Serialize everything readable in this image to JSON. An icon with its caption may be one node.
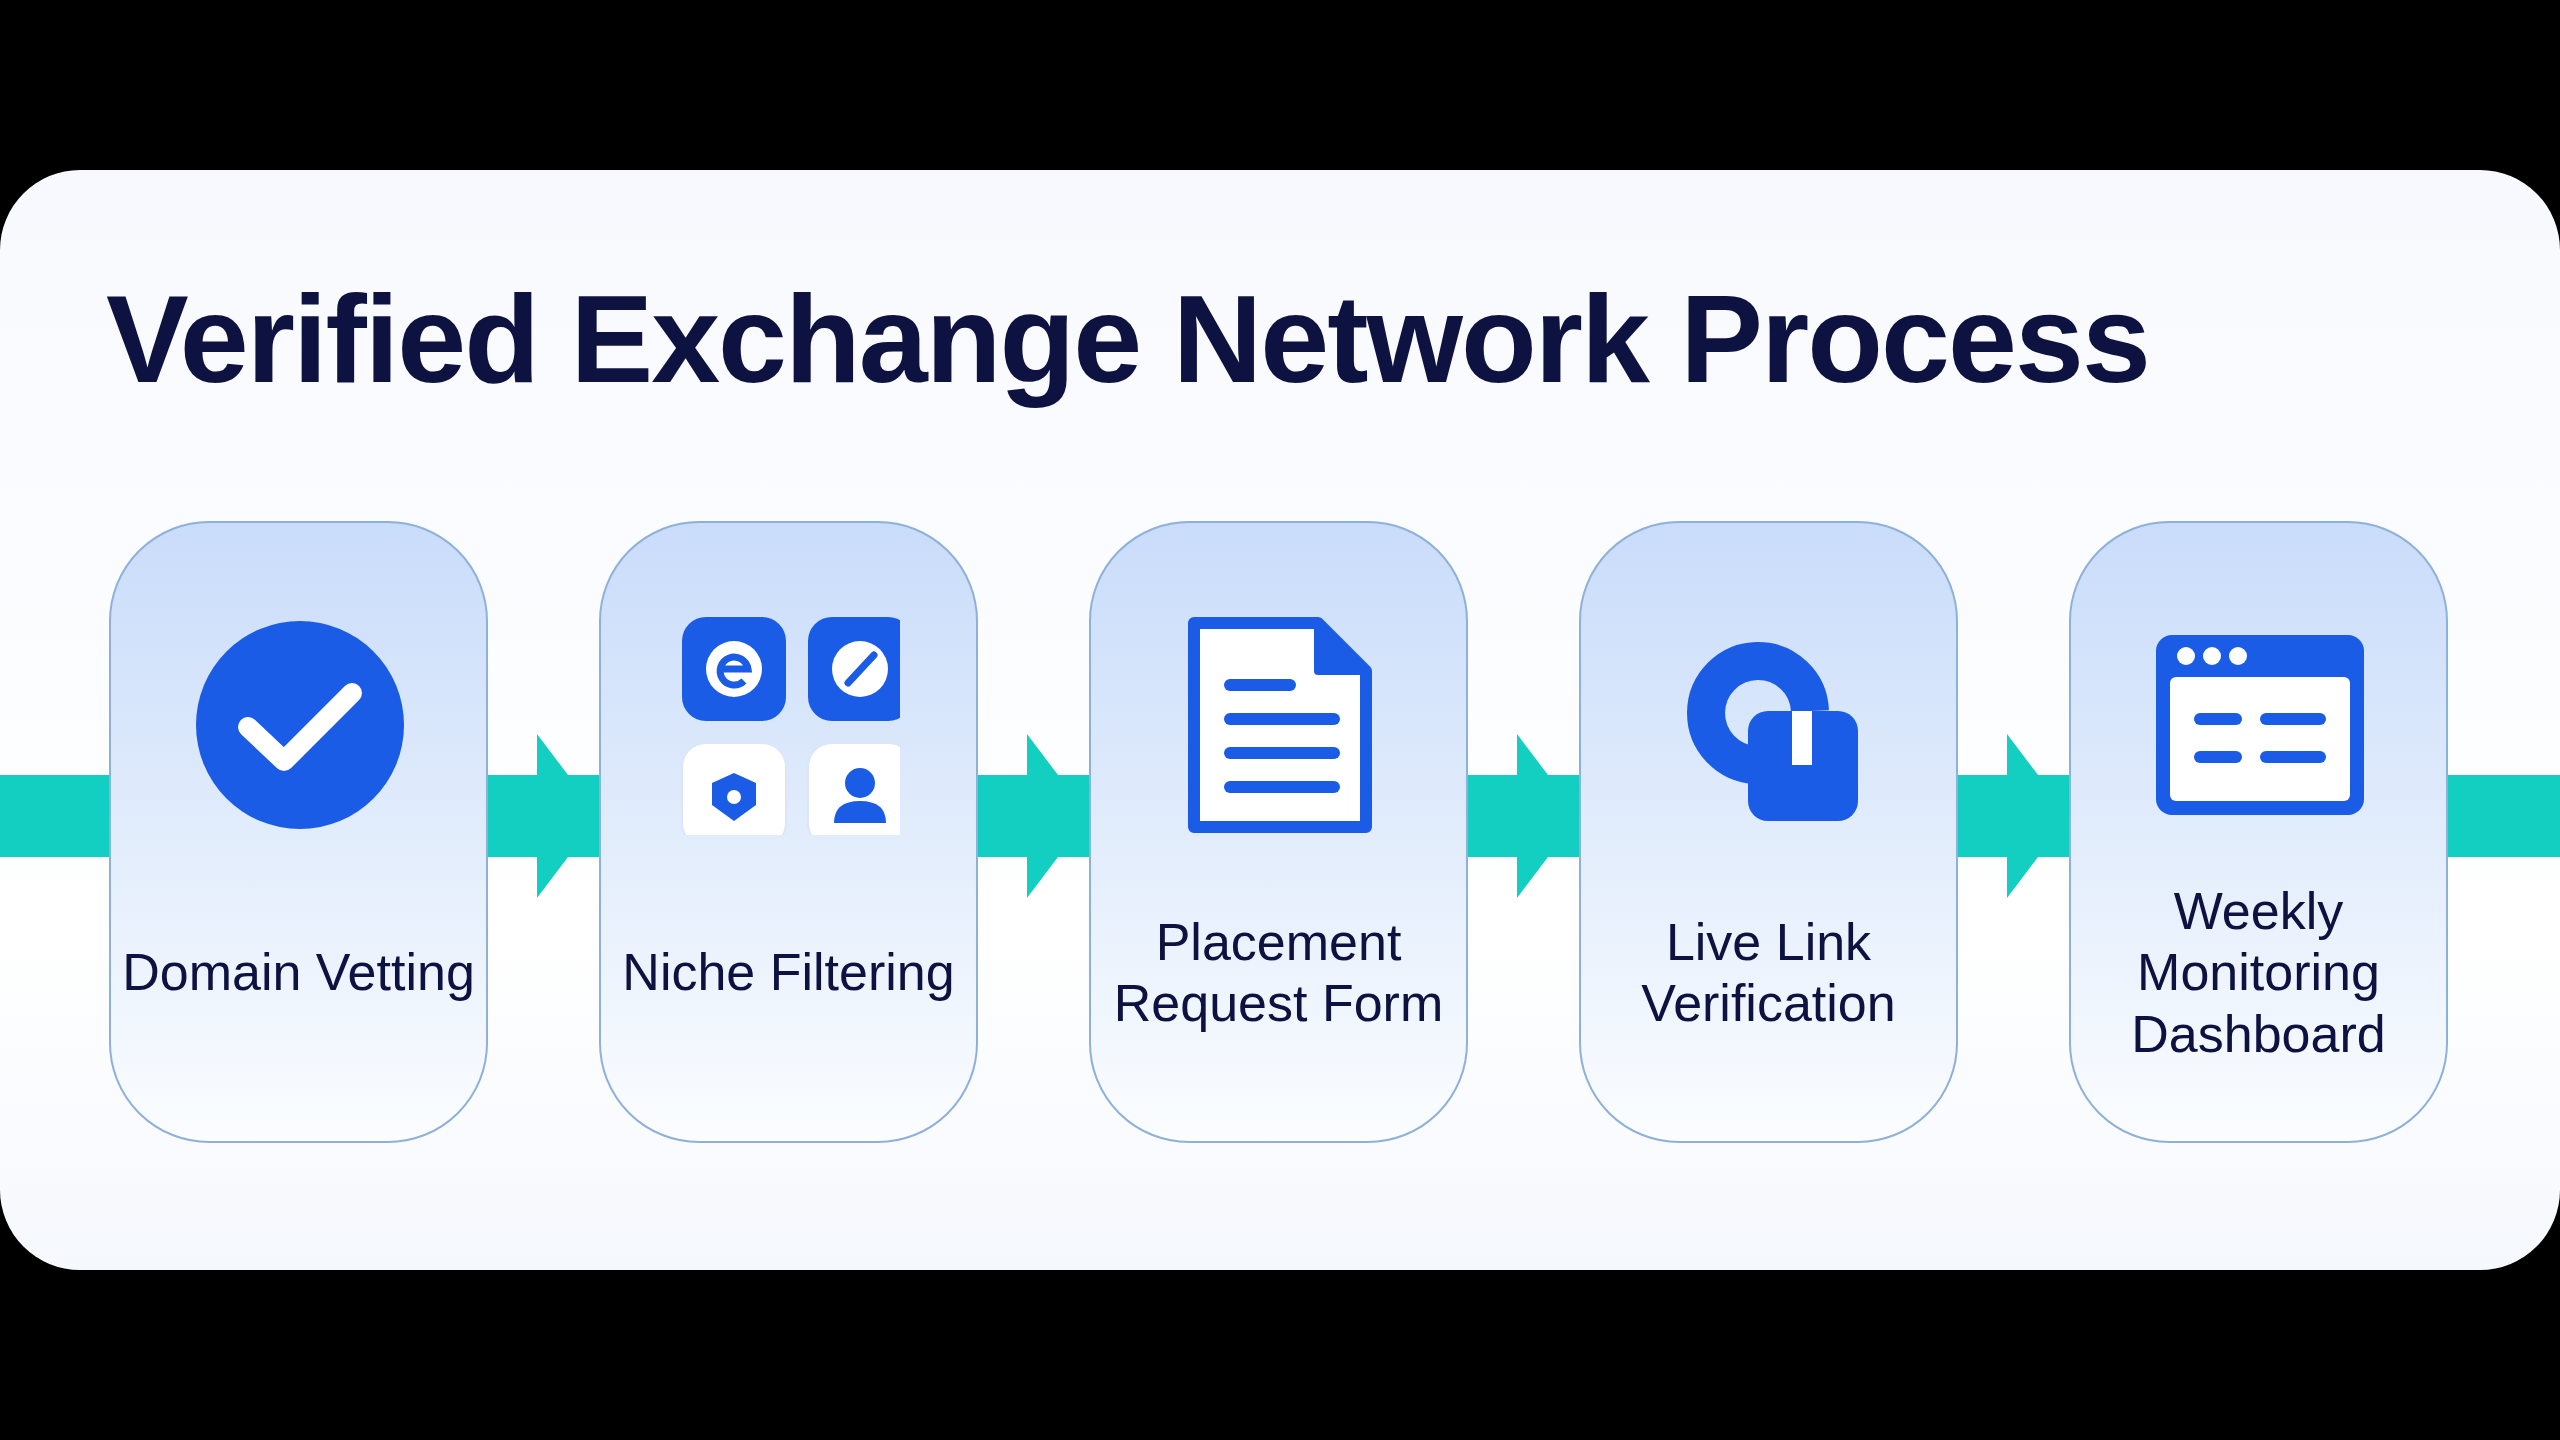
{
  "diagram": {
    "title": "Verified Exchange Network Process",
    "nodes": [
      {
        "text": [
          "Domain Vetting"
        ]
      },
      {
        "text": [
          "Niche Filtering"
        ]
      },
      {
        "text": [
          "Placement Request Form"
        ]
      },
      {
        "text": [
          "Live Link Verification"
        ]
      },
      {
        "text": [
          "Weekly Monitoring Dashboard"
        ]
      }
    ],
    "edges": [
      {
        "from": null,
        "to": 0,
        "arrow": "none"
      },
      {
        "from": 0,
        "to": 1,
        "arrow": "to"
      },
      {
        "from": 1,
        "to": 2,
        "arrow": "to"
      },
      {
        "from": 2,
        "to": 3,
        "arrow": "to"
      },
      {
        "from": 3,
        "to": 4,
        "arrow": "to"
      },
      {
        "from": 4,
        "to": null,
        "arrow": "none"
      }
    ]
  }
}
